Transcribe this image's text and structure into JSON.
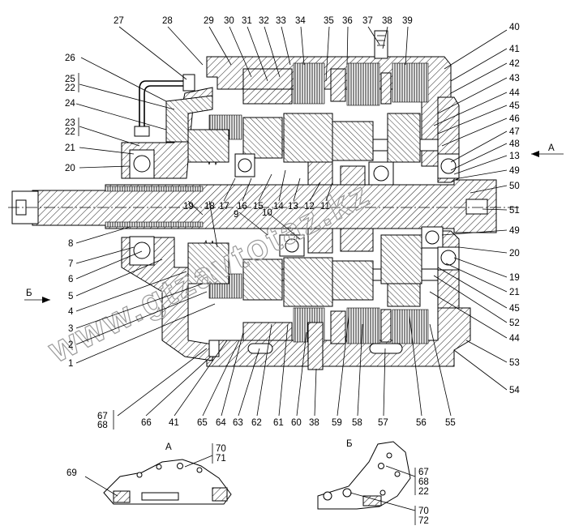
{
  "watermark": "www.gtzavtotaz.kz",
  "view_labels": {
    "view_a_marker": "А",
    "view_b_marker": "Б",
    "view_a_title": "А",
    "view_b_title": "Б"
  },
  "callouts_top": [
    "27",
    "28",
    "29",
    "30",
    "31",
    "32",
    "33",
    "34",
    "35",
    "36",
    "37",
    "38",
    "39"
  ],
  "callouts_right": [
    "40",
    "41",
    "42",
    "43",
    "44",
    "45",
    "46",
    "47",
    "48",
    "13",
    "49",
    "50",
    "51",
    "49",
    "20",
    "19",
    "21",
    "45",
    "52",
    "44",
    "53",
    "54"
  ],
  "callouts_left": [
    "26",
    "25",
    "22",
    "24",
    "23",
    "22",
    "21",
    "20",
    "8",
    "7",
    "6",
    "5",
    "4",
    "3",
    "2",
    "1"
  ],
  "callouts_shaft": [
    "19",
    "18",
    "17",
    "16",
    "15",
    "14",
    "13",
    "12",
    "11",
    "9",
    "10"
  ],
  "callouts_bottom": [
    "67",
    "68",
    "66",
    "41",
    "65",
    "64",
    "63",
    "62",
    "61",
    "60",
    "38",
    "59",
    "58",
    "57",
    "56",
    "55"
  ],
  "view_a_callouts": [
    "70",
    "71",
    "69"
  ],
  "view_b_callouts": [
    "67",
    "68",
    "22",
    "70",
    "72"
  ]
}
